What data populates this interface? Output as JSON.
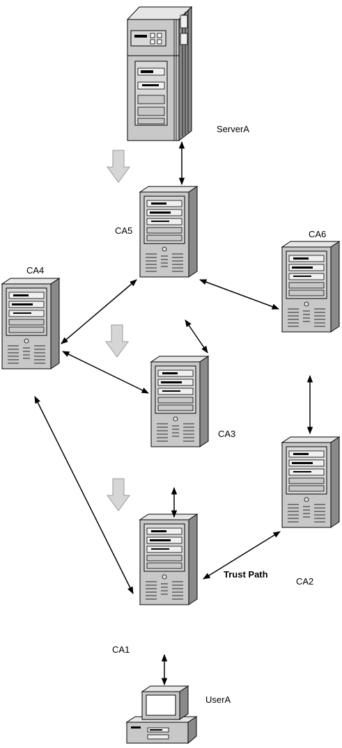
{
  "nodes": {
    "serverA": {
      "label": "ServerA",
      "icon": "mainframe-server-icon"
    },
    "ca5": {
      "label": "CA5",
      "icon": "tower-server-icon"
    },
    "ca6": {
      "label": "CA6",
      "icon": "tower-server-icon"
    },
    "ca4": {
      "label": "CA4",
      "icon": "tower-server-icon"
    },
    "ca3": {
      "label": "CA3",
      "icon": "tower-server-icon"
    },
    "ca2": {
      "label": "CA2",
      "icon": "tower-server-icon"
    },
    "ca1": {
      "label": "CA1",
      "icon": "tower-server-icon"
    },
    "userA": {
      "label": "UserA",
      "icon": "desktop-computer-icon"
    }
  },
  "edges": [
    {
      "from": "ServerA",
      "to": "CA5",
      "bidirectional": true
    },
    {
      "from": "CA5",
      "to": "CA4",
      "bidirectional": true
    },
    {
      "from": "CA5",
      "to": "CA6",
      "bidirectional": true
    },
    {
      "from": "CA5",
      "to": "CA3",
      "bidirectional": true
    },
    {
      "from": "CA4",
      "to": "CA3",
      "bidirectional": true
    },
    {
      "from": "CA4",
      "to": "CA1",
      "bidirectional": true
    },
    {
      "from": "CA6",
      "to": "CA2",
      "bidirectional": true
    },
    {
      "from": "CA3",
      "to": "CA1",
      "bidirectional": true
    },
    {
      "from": "CA2",
      "to": "CA1",
      "bidirectional": true,
      "label": "Trust Path"
    },
    {
      "from": "CA1",
      "to": "UserA",
      "bidirectional": true
    }
  ],
  "colors": {
    "server_front": "#c8c8c8",
    "server_side": "#8a8a8a",
    "server_top": "#e6e6e6",
    "flow_arrow": "#d6d6d6",
    "line": "#000000"
  }
}
